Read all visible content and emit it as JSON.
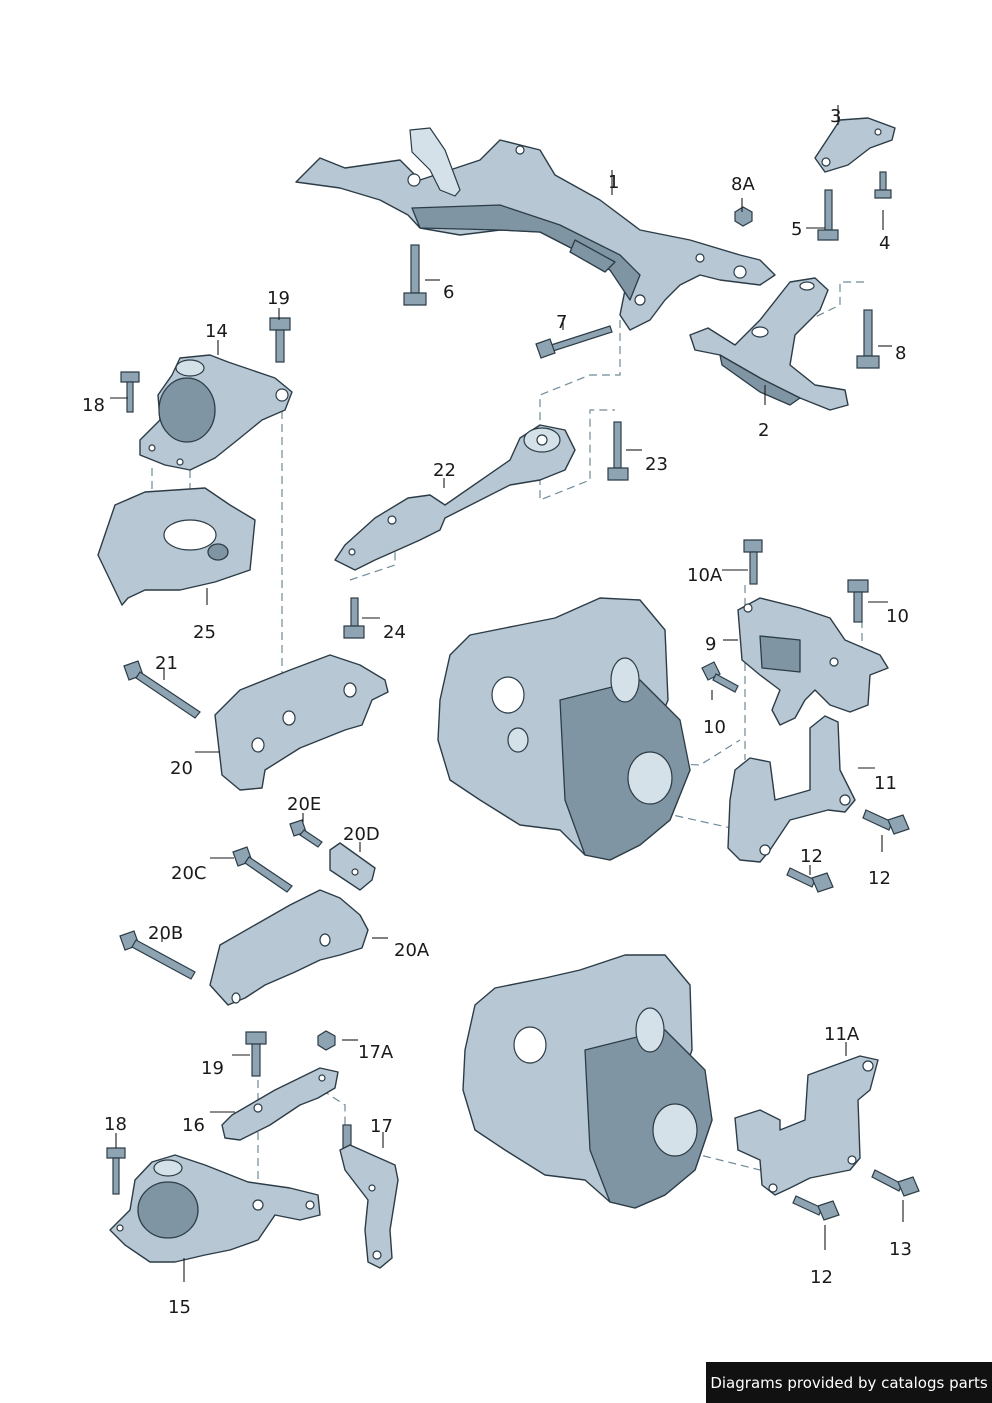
{
  "diagram": {
    "callouts": [
      {
        "id": "c1",
        "label": "1"
      },
      {
        "id": "c2",
        "label": "2"
      },
      {
        "id": "c3",
        "label": "3"
      },
      {
        "id": "c4",
        "label": "4"
      },
      {
        "id": "c5",
        "label": "5"
      },
      {
        "id": "c6",
        "label": "6"
      },
      {
        "id": "c7",
        "label": "7"
      },
      {
        "id": "c8",
        "label": "8"
      },
      {
        "id": "c8a",
        "label": "8A"
      },
      {
        "id": "c9",
        "label": "9"
      },
      {
        "id": "c10a",
        "label": "10A"
      },
      {
        "id": "c10r",
        "label": "10"
      },
      {
        "id": "c10l",
        "label": "10"
      },
      {
        "id": "c11",
        "label": "11"
      },
      {
        "id": "c11a",
        "label": "11A"
      },
      {
        "id": "c12a",
        "label": "12"
      },
      {
        "id": "c12b",
        "label": "12"
      },
      {
        "id": "c12c",
        "label": "12"
      },
      {
        "id": "c13",
        "label": "13"
      },
      {
        "id": "c14",
        "label": "14"
      },
      {
        "id": "c15",
        "label": "15"
      },
      {
        "id": "c16",
        "label": "16"
      },
      {
        "id": "c17",
        "label": "17"
      },
      {
        "id": "c17a",
        "label": "17A"
      },
      {
        "id": "c18a",
        "label": "18"
      },
      {
        "id": "c18b",
        "label": "18"
      },
      {
        "id": "c19a",
        "label": "19"
      },
      {
        "id": "c19b",
        "label": "19"
      },
      {
        "id": "c20",
        "label": "20"
      },
      {
        "id": "c20a",
        "label": "20A"
      },
      {
        "id": "c20b",
        "label": "20B"
      },
      {
        "id": "c20c",
        "label": "20C"
      },
      {
        "id": "c20d",
        "label": "20D"
      },
      {
        "id": "c20e",
        "label": "20E"
      },
      {
        "id": "c21",
        "label": "21"
      },
      {
        "id": "c22",
        "label": "22"
      },
      {
        "id": "c23",
        "label": "23"
      },
      {
        "id": "c24",
        "label": "24"
      },
      {
        "id": "c25",
        "label": "25"
      }
    ]
  },
  "footer": {
    "credit_text": "Diagrams provided by catalogs parts"
  },
  "colors": {
    "part_fill": "#b7c8d4",
    "part_outline": "#2c3c47",
    "credit_background": "#111111"
  }
}
